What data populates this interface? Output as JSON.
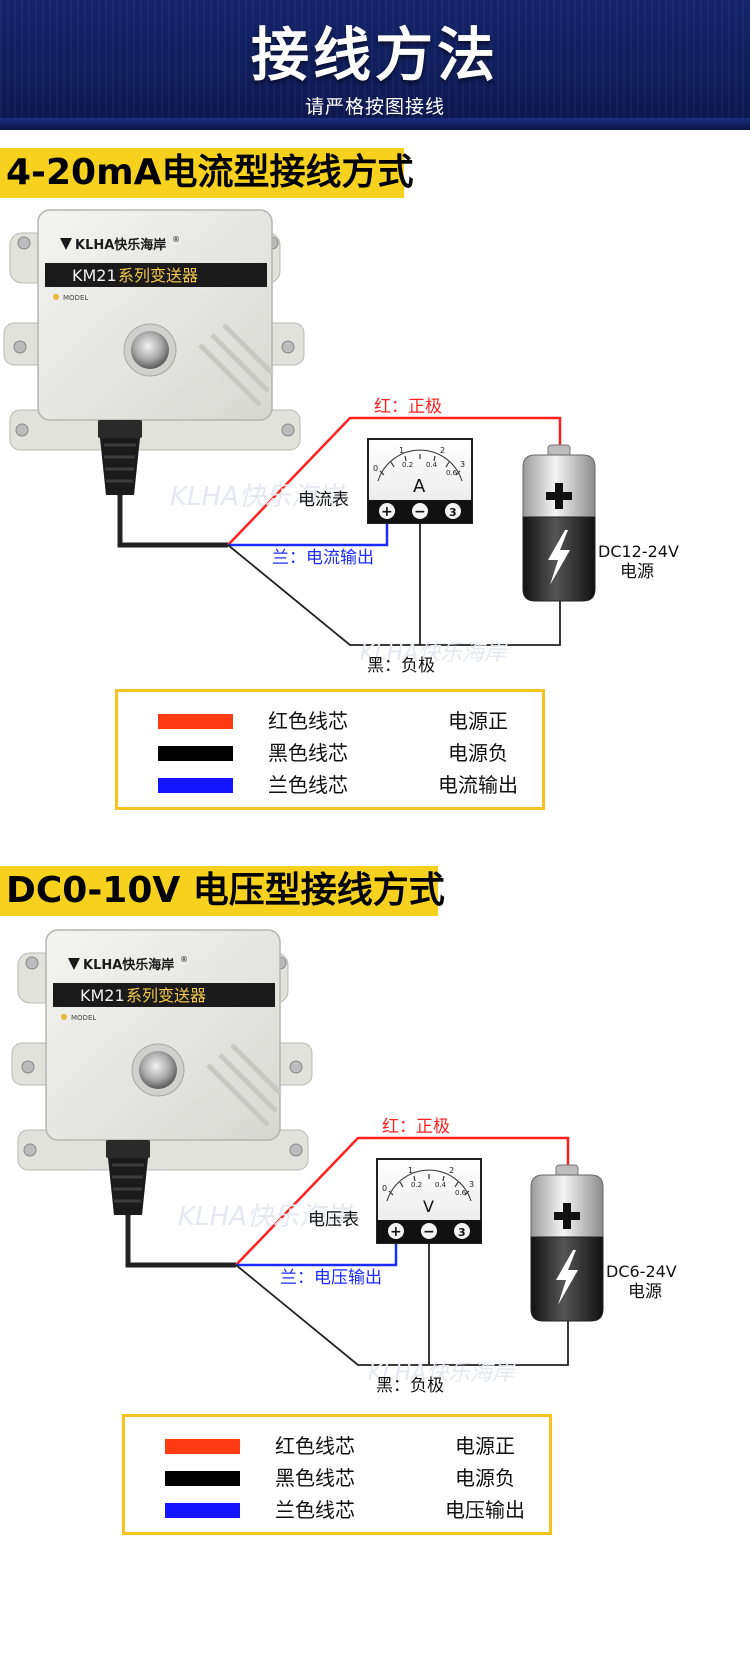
{
  "header": {
    "title": "接线方法",
    "subtitle": "请严格按图接线"
  },
  "sections": [
    {
      "heading": "4-20mA电流型接线方式",
      "brand": "KLHA快乐海岸",
      "brand_mark": "®",
      "model_line_prefix": "KM21",
      "model_line_suffix": "系列变送器",
      "model_tag": "MODEL",
      "meter_label": "电流表",
      "meter_symbol": "A",
      "meter_scale": [
        "0",
        "1",
        "0.2",
        "0.4",
        "2",
        "0.6",
        "3"
      ],
      "terminal_plus": "+",
      "terminal_minus": "−",
      "terminal_three": "3",
      "red_label": "红：正极",
      "blue_label": "兰：电流输出",
      "black_label": "黑：负极",
      "power_line1": "DC12-24V",
      "power_line2": "电源",
      "legend": [
        {
          "color": "#ff3b14",
          "name": "红色线芯",
          "func": "电源正"
        },
        {
          "color": "#000000",
          "name": "黑色线芯",
          "func": "电源负"
        },
        {
          "color": "#1414ff",
          "name": "兰色线芯",
          "func": "电流输出"
        }
      ]
    },
    {
      "heading": "DC0-10V 电压型接线方式",
      "brand": "KLHA快乐海岸",
      "brand_mark": "®",
      "model_line_prefix": "KM21",
      "model_line_suffix": "系列变送器",
      "model_tag": "MODEL",
      "meter_label": "电压表",
      "meter_symbol": "V",
      "meter_scale": [
        "0",
        "1",
        "0.2",
        "0.4",
        "2",
        "0.6",
        "3"
      ],
      "terminal_plus": "+",
      "terminal_minus": "−",
      "terminal_three": "3",
      "red_label": "红：正极",
      "blue_label": "兰：电压输出",
      "black_label": "黑：负极",
      "power_line1": "DC6-24V",
      "power_line2": "电源",
      "legend": [
        {
          "color": "#ff3b14",
          "name": "红色线芯",
          "func": "电源正"
        },
        {
          "color": "#000000",
          "name": "黑色线芯",
          "func": "电源负"
        },
        {
          "color": "#1414ff",
          "name": "兰色线芯",
          "func": "电压输出"
        }
      ]
    }
  ],
  "colors": {
    "header_bg": "#12226a",
    "section_label_bg": "#f6d21f",
    "legend_border": "#f6c21f",
    "wire_red": "#ff2020",
    "wire_blue": "#1a2cff",
    "wire_black": "#222222"
  }
}
